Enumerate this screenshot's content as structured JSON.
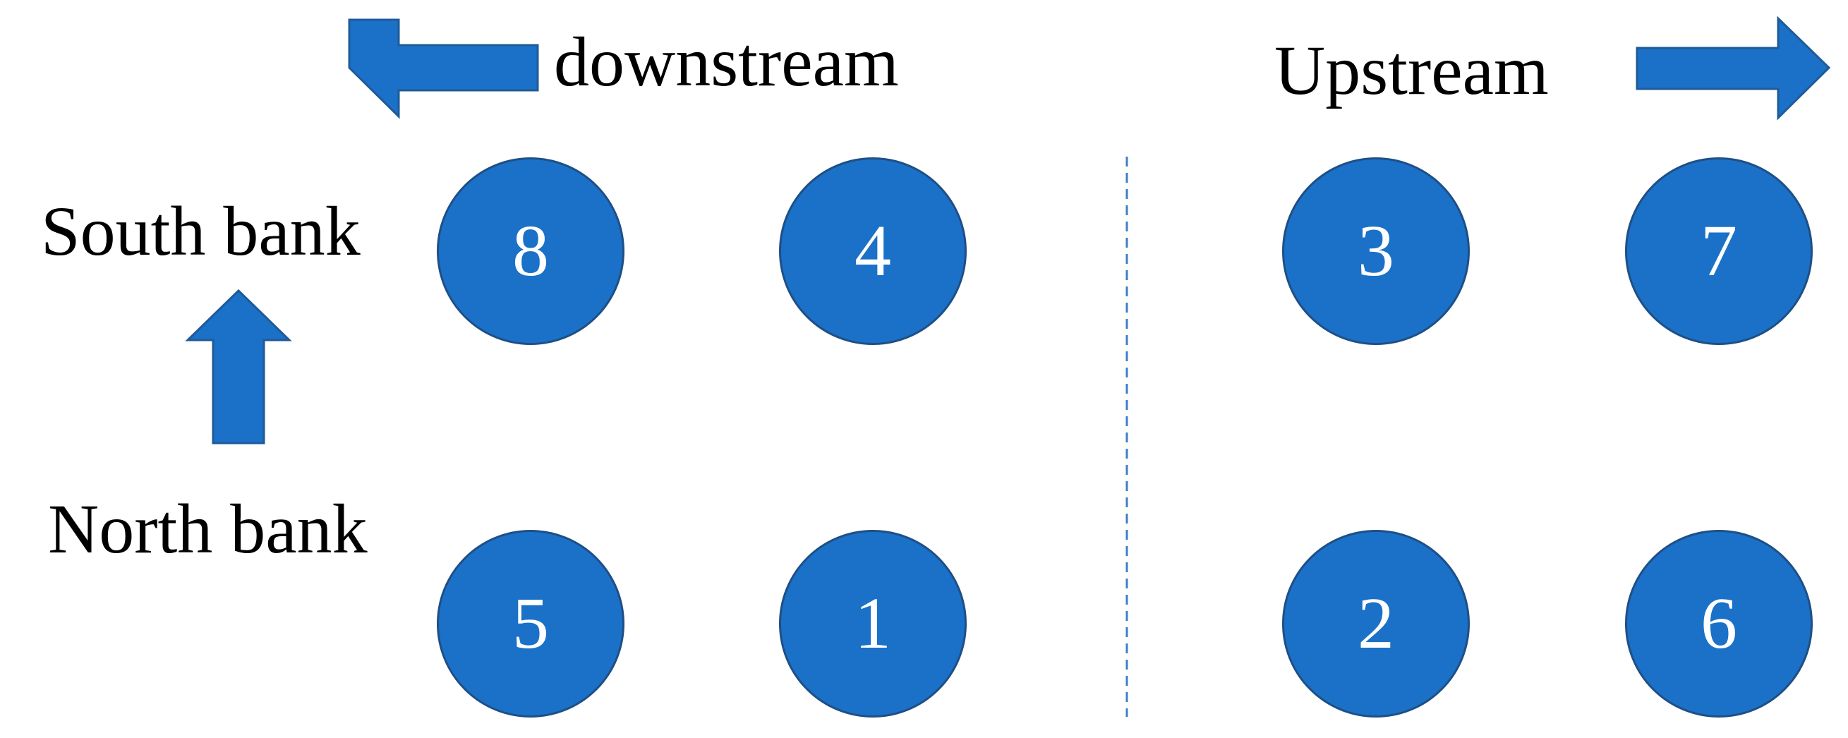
{
  "colors": {
    "node_fill": "#1a71c7",
    "node_stroke": "#1e4f86",
    "arrow_fill": "#1a71c7",
    "arrow_stroke": "#1f5a99",
    "node_text": "#ffffff",
    "divider": "#3d7fc8",
    "label_text": "#000000"
  },
  "labels": {
    "downstream": "downstream",
    "upstream": "Upstream",
    "south_bank": "South bank",
    "north_bank": "North bank"
  },
  "arrows": [
    {
      "name": "downstream-arrow-icon",
      "direction": "left"
    },
    {
      "name": "upstream-arrow-icon",
      "direction": "right"
    },
    {
      "name": "south-bank-arrow-icon",
      "direction": "up"
    }
  ],
  "nodes": {
    "south_bank": [
      "8",
      "4",
      "3",
      "7"
    ],
    "north_bank": [
      "5",
      "1",
      "2",
      "6"
    ]
  }
}
